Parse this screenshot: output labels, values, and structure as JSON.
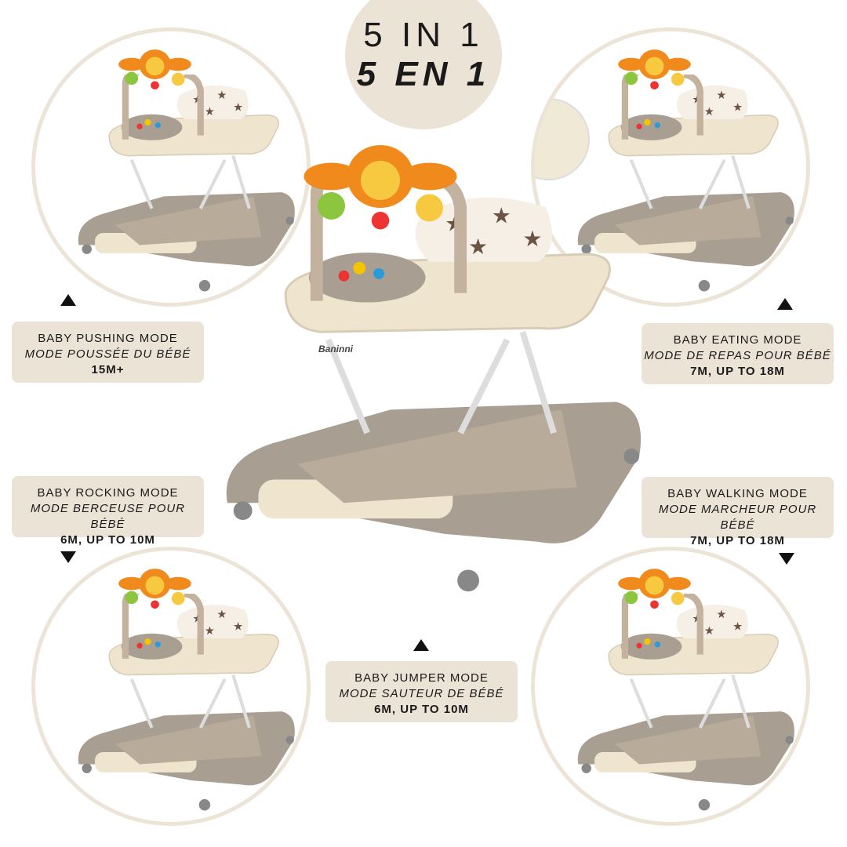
{
  "header": {
    "line1": "5 IN 1",
    "line2": "5 EN 1"
  },
  "brand": "Baninni",
  "modes": [
    {
      "en": "BABY PUSHING MODE",
      "fr": "MODE POUSSÉE DU BÉBÉ",
      "age": "15M+"
    },
    {
      "en": "BABY EATING MODE",
      "fr": "MODE DE REPAS POUR BÉBÉ",
      "age": "7M, UP TO 18M"
    },
    {
      "en": "BABY ROCKING MODE",
      "fr": "MODE BERCEUSE POUR BÉBÉ",
      "age": "6M, UP TO 10M"
    },
    {
      "en": "BABY WALKING MODE",
      "fr": "MODE MARCHEUR POUR BÉBÉ",
      "age": "7M, UP TO 18M"
    },
    {
      "en": "BABY JUMPER MODE",
      "fr": "MODE SAUTEUR DE BÉBÉ",
      "age": "6M, UP TO 10M"
    }
  ],
  "colors": {
    "beige": "#ece3d7",
    "taupe": "#a89e92",
    "cream": "#efe5cf",
    "orange": "#f08a1c"
  }
}
